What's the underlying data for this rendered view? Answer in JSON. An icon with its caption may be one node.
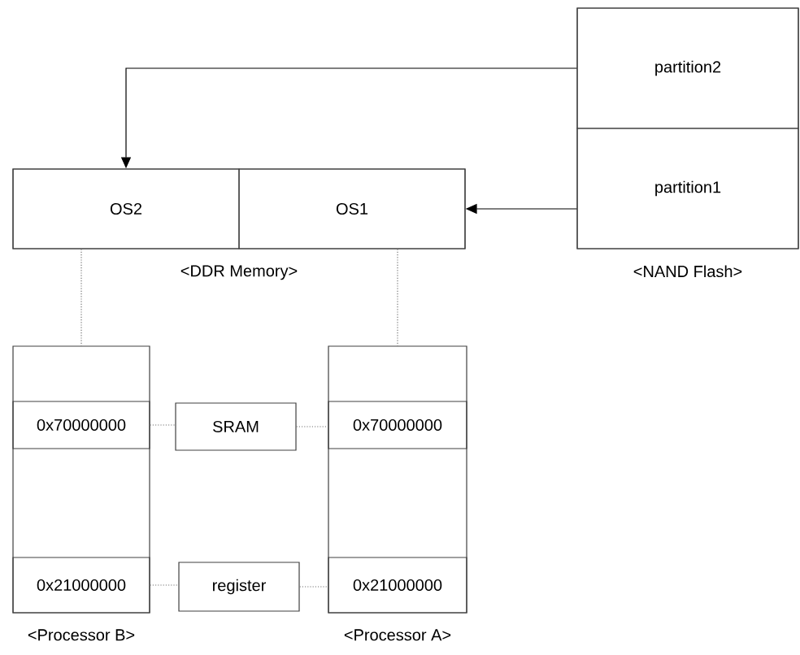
{
  "diagram": {
    "nodes": [
      {
        "text": [
          "<NAND Flash>"
        ]
      },
      {
        "text": [
          "partition2"
        ],
        "in": 0
      },
      {
        "text": [
          "partition1"
        ],
        "in": 0
      },
      {
        "text": [
          "<DDR Memory>"
        ]
      },
      {
        "text": [
          "OS2"
        ],
        "in": 3
      },
      {
        "text": [
          "OS1"
        ],
        "in": 3
      },
      {
        "text": [
          "<Processor B>"
        ]
      },
      {
        "text": [
          "0x70000000"
        ],
        "in": 6
      },
      {
        "text": [
          "0x21000000"
        ],
        "in": 6
      },
      {
        "text": [
          "SRAM"
        ]
      },
      {
        "text": [
          "register"
        ]
      },
      {
        "text": [
          "<Processor A>"
        ]
      },
      {
        "text": [
          "0x70000000"
        ],
        "in": 11
      },
      {
        "text": [
          "0x21000000"
        ],
        "in": 11
      }
    ],
    "edges": [
      {
        "from": 1,
        "to": 4,
        "arrow": "to",
        "color": "#000000"
      },
      {
        "from": 2,
        "to": 5,
        "arrow": "to",
        "color": "#000000"
      },
      {
        "from": 4,
        "to": 6,
        "arrow": "none",
        "style": "dashed"
      },
      {
        "from": 5,
        "to": 11,
        "arrow": "none",
        "style": "dashed"
      },
      {
        "from": 7,
        "to": 9,
        "arrow": "none",
        "style": "dashed"
      },
      {
        "from": 9,
        "to": 12,
        "arrow": "none",
        "style": "dashed"
      },
      {
        "from": 8,
        "to": 10,
        "arrow": "none",
        "style": "dashed"
      },
      {
        "from": 10,
        "to": 13,
        "arrow": "none",
        "style": "dashed"
      }
    ]
  }
}
